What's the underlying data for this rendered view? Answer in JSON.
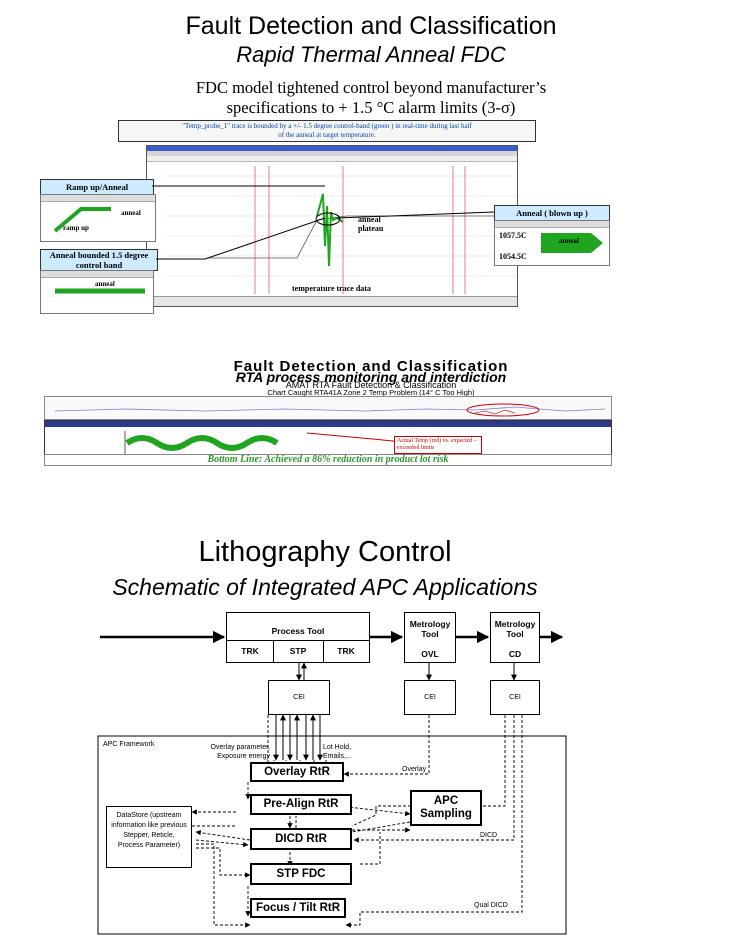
{
  "section1": {
    "title": "Fault Detection and Classification",
    "subtitle": "Rapid Thermal Anneal FDC",
    "description_line1": "FDC model tightened control beyond manufacturer’s",
    "description_line2": "specifications to + 1.5 °C alarm limits (3-σ)",
    "caption_line1": "\"Temp_probe_1\" trace is bounded by a +/- 1.5 degree control-band (green ) in real-time during last half",
    "caption_line2": "of the anneal at target temperature.",
    "callout_ramp": "Ramp up/Anneal",
    "callout_bounded": "Anneal bounded 1.5 degree control band",
    "callout_blown": "Anneal ( blown up )",
    "label_anneal_plateau": "anneal plateau",
    "label_temperature_trace": "temperature trace data",
    "label_ramp_up": "ramp up",
    "label_anneal": "anneal",
    "value_upper": "1057.5C",
    "value_lower": "1054.5C",
    "trace_color": "#1fa51f"
  },
  "section2": {
    "title": "Fault Detection and Classification",
    "subtitle": "RTA process monitoring and interdiction",
    "line3": "AMAT RTA Fault Detection & Classification",
    "line4": "Chart Caught RTA41A Zone 2 Temp Problem (14° C Too High)",
    "actual_temp_note": "Actual Temp (red) vs. expected – exceeded limits",
    "bottom_line": "Bottom Line: Achieved a 86% reduction in product lot risk"
  },
  "section3": {
    "title": "Lithography Control",
    "subtitle": "Schematic of Integrated APC Applications",
    "process_tool": "Process Tool",
    "trk": "TRK",
    "stp": "STP",
    "metrology1": "Metrology Tool",
    "ovl": "OVL",
    "metrology2": "Metrology Tool",
    "cd": "CD",
    "cei": "CEI",
    "apc_framework": "APC Framework",
    "overlay_param": "Overlay parameter,",
    "exposure_energy": "Exposure energy",
    "lot_hold": "Lot Hold,",
    "emails": "Emails,...",
    "overlay_small": "Overlay",
    "overlay_rtr": "Overlay RtR",
    "prealign_rtr": "Pre-Align RtR",
    "dicd_rtr": "DICD RtR",
    "stp_fdc": "STP FDC",
    "focus_rtr": "Focus / Tilt RtR",
    "apc_sampling_1": "APC",
    "apc_sampling_2": "Sampling",
    "datastore": "DataStore (upstream information like previous Stepper, Reticle, Process Parameter)",
    "dicd_small": "DICD",
    "qual_dicd": "Qual DICD"
  }
}
